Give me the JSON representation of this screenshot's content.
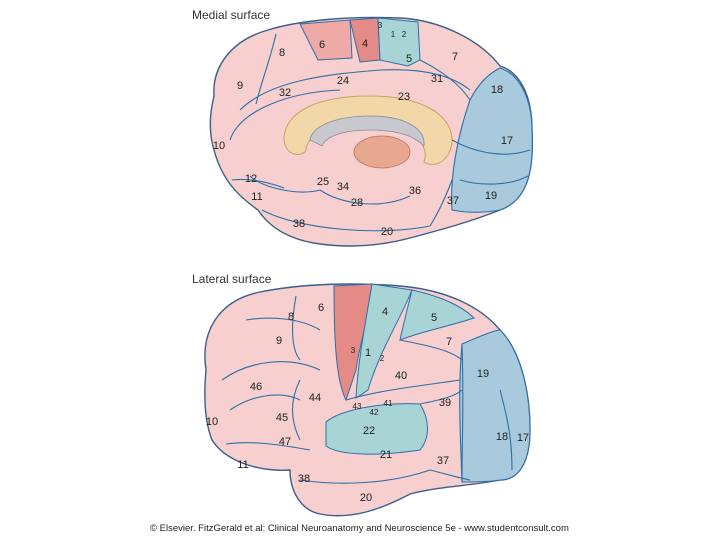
{
  "headings": {
    "medial": "Medial surface",
    "lateral": "Lateral surface"
  },
  "medial_areas": [
    "3",
    "1",
    "2",
    "4",
    "6",
    "8",
    "5",
    "7",
    "9",
    "24",
    "31",
    "32",
    "23",
    "18",
    "10",
    "17",
    "12",
    "25",
    "34",
    "36",
    "11",
    "28",
    "37",
    "19",
    "38",
    "20"
  ],
  "lateral_areas": [
    "8",
    "6",
    "4",
    "5",
    "9",
    "3",
    "1",
    "2",
    "7",
    "40",
    "46",
    "44",
    "19",
    "43",
    "41",
    "42",
    "39",
    "45",
    "10",
    "22",
    "47",
    "18",
    "17",
    "21",
    "37",
    "11",
    "38",
    "20"
  ],
  "colors": {
    "brain_pink": "#f7cfcf",
    "motor_red": "#e58b87",
    "sensory_teal": "#a8d4d6",
    "visual_blue": "#a9c9dd",
    "sulcus_blue": "#2d6fa8",
    "corpus_callosum": "#f2d8a8"
  },
  "credit": "© Elsevier. FitzGerald et al: Clinical Neuroanatomy and Neuroscience 5e - www.studentconsult.com"
}
